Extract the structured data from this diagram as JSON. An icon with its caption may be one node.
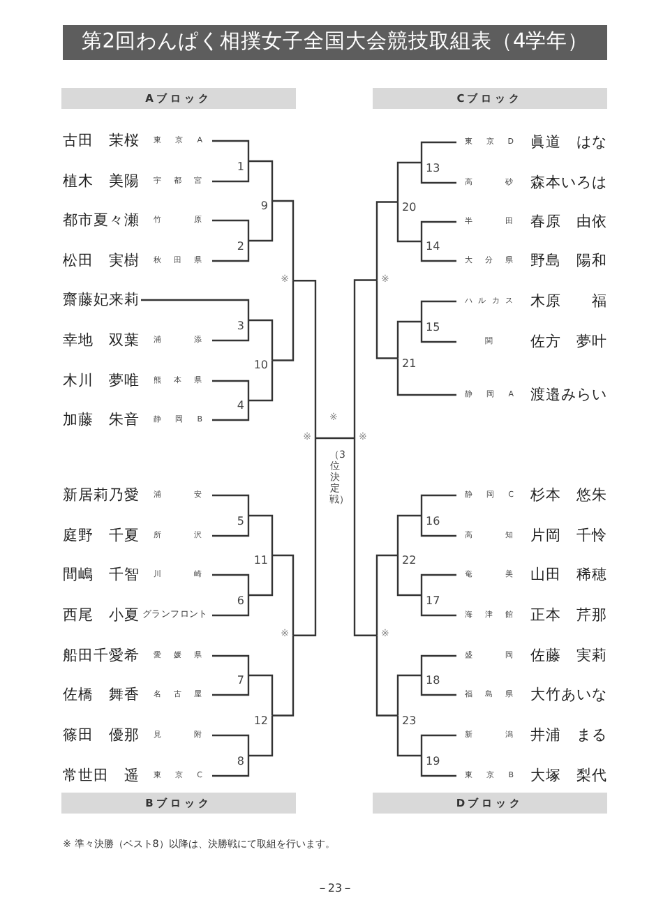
{
  "diagram": {
    "title": "第2回わんぱく相撲女子全国大会競技取組表（4学年）",
    "nodes": [
      {
        "text": [
          "Aブロック"
        ]
      },
      {
        "text": [
          "Cブロック"
        ]
      },
      {
        "text": [
          "古田　茉桜",
          "東京A"
        ]
      },
      {
        "text": [
          "植木　美陽",
          "宇都宮"
        ]
      },
      {
        "text": [
          "都市夏々瀬",
          "竹原"
        ]
      },
      {
        "text": [
          "松田　実樹",
          "秋田県"
        ]
      },
      {
        "text": [
          "齋藤妃来莉"
        ]
      },
      {
        "text": [
          "幸地　双葉",
          "浦添"
        ]
      },
      {
        "text": [
          "木川　夢唯",
          "熊本県"
        ]
      },
      {
        "text": [
          "加藤　朱音",
          "静岡B"
        ]
      },
      {
        "text": [
          "東京D",
          "眞道　はな"
        ]
      },
      {
        "text": [
          "高砂",
          "森本いろは"
        ]
      },
      {
        "text": [
          "半田",
          "春原　由依"
        ]
      },
      {
        "text": [
          "大分県",
          "野島　陽和"
        ]
      },
      {
        "text": [
          "ハルカス",
          "木原　　福"
        ]
      },
      {
        "text": [
          "関",
          "佐方　夢叶"
        ]
      },
      {
        "text": [
          "静岡A",
          "渡邉みらい"
        ]
      },
      {
        "text": [
          "新居莉乃愛",
          "浦安"
        ]
      },
      {
        "text": [
          "庭野　千夏",
          "所沢"
        ]
      },
      {
        "text": [
          "間嶋　千智",
          "川崎"
        ]
      },
      {
        "text": [
          "西尾　小夏",
          "グランフロント"
        ]
      },
      {
        "text": [
          "船田千愛希",
          "愛媛県"
        ]
      },
      {
        "text": [
          "佐橋　舞香",
          "名古屋"
        ]
      },
      {
        "text": [
          "篠田　優那",
          "見附"
        ]
      },
      {
        "text": [
          "常世田　遥",
          "東京C"
        ]
      },
      {
        "text": [
          "静岡C",
          "杉本　悠朱"
        ]
      },
      {
        "text": [
          "高知",
          "片岡　千怜"
        ]
      },
      {
        "text": [
          "奄美",
          "山田　稀穂"
        ]
      },
      {
        "text": [
          "海津館",
          "正本　芹那"
        ]
      },
      {
        "text": [
          "盛岡",
          "佐藤　実莉"
        ]
      },
      {
        "text": [
          "福島県",
          "大竹あいな"
        ]
      },
      {
        "text": [
          "新潟",
          "井浦　まる"
        ]
      },
      {
        "text": [
          "東京B",
          "大塚　梨代"
        ]
      },
      {
        "text": [
          "Bブロック"
        ]
      },
      {
        "text": [
          "Dブロック"
        ]
      },
      {
        "text": [
          "1"
        ]
      },
      {
        "text": [
          "2"
        ]
      },
      {
        "text": [
          "3"
        ]
      },
      {
        "text": [
          "4"
        ]
      },
      {
        "text": [
          "5"
        ]
      },
      {
        "text": [
          "6"
        ]
      },
      {
        "text": [
          "7"
        ]
      },
      {
        "text": [
          "8"
        ]
      },
      {
        "text": [
          "9"
        ]
      },
      {
        "text": [
          "10"
        ]
      },
      {
        "text": [
          "11"
        ]
      },
      {
        "text": [
          "12"
        ]
      },
      {
        "text": [
          "13"
        ]
      },
      {
        "text": [
          "14"
        ]
      },
      {
        "text": [
          "15"
        ]
      },
      {
        "text": [
          "16"
        ]
      },
      {
        "text": [
          "17"
        ]
      },
      {
        "text": [
          "18"
        ]
      },
      {
        "text": [
          "19"
        ]
      },
      {
        "text": [
          "20"
        ]
      },
      {
        "text": [
          "21"
        ]
      },
      {
        "text": [
          "22"
        ]
      },
      {
        "text": [
          "23"
        ]
      },
      {
        "text": [
          "※"
        ]
      },
      {
        "text": [
          "※"
        ]
      },
      {
        "text": [
          "※"
        ]
      },
      {
        "text": [
          "※"
        ]
      },
      {
        "text": [
          "※"
        ]
      },
      {
        "text": [
          "※"
        ]
      }
    ],
    "edges": [
      {
        "from": 2,
        "to": 35,
        "arrow": "none"
      },
      {
        "from": 3,
        "to": 35,
        "arrow": "none"
      },
      {
        "from": 4,
        "to": 36,
        "arrow": "none"
      },
      {
        "from": 5,
        "to": 36,
        "arrow": "none"
      },
      {
        "from": 6,
        "to": 37,
        "arrow": "none"
      },
      {
        "from": 7,
        "to": 37,
        "arrow": "none"
      },
      {
        "from": 8,
        "to": 38,
        "arrow": "none"
      },
      {
        "from": 9,
        "to": 38,
        "arrow": "none"
      },
      {
        "from": 17,
        "to": 39,
        "arrow": "none"
      },
      {
        "from": 18,
        "to": 39,
        "arrow": "none"
      },
      {
        "from": 19,
        "to": 40,
        "arrow": "none"
      },
      {
        "from": 20,
        "to": 40,
        "arrow": "none"
      },
      {
        "from": 21,
        "to": 41,
        "arrow": "none"
      },
      {
        "from": 22,
        "to": 41,
        "arrow": "none"
      },
      {
        "from": 23,
        "to": 42,
        "arrow": "none"
      },
      {
        "from": 24,
        "to": 42,
        "arrow": "none"
      },
      {
        "from": 10,
        "to": 47,
        "arrow": "none"
      },
      {
        "from": 11,
        "to": 47,
        "arrow": "none"
      },
      {
        "from": 12,
        "to": 48,
        "arrow": "none"
      },
      {
        "from": 13,
        "to": 48,
        "arrow": "none"
      },
      {
        "from": 14,
        "to": 49,
        "arrow": "none"
      },
      {
        "from": 15,
        "to": 49,
        "arrow": "none"
      },
      {
        "from": 16,
        "to": 55,
        "arrow": "none"
      },
      {
        "from": 25,
        "to": 50,
        "arrow": "none"
      },
      {
        "from": 26,
        "to": 50,
        "arrow": "none"
      },
      {
        "from": 27,
        "to": 51,
        "arrow": "none"
      },
      {
        "from": 28,
        "to": 51,
        "arrow": "none"
      },
      {
        "from": 29,
        "to": 52,
        "arrow": "none"
      },
      {
        "from": 30,
        "to": 52,
        "arrow": "none"
      },
      {
        "from": 31,
        "to": 53,
        "arrow": "none"
      },
      {
        "from": 32,
        "to": 53,
        "arrow": "none"
      },
      {
        "from": 35,
        "to": 43,
        "arrow": "none"
      },
      {
        "from": 36,
        "to": 43,
        "arrow": "none"
      },
      {
        "from": 37,
        "to": 44,
        "arrow": "none"
      },
      {
        "from": 38,
        "to": 44,
        "arrow": "none"
      },
      {
        "from": 39,
        "to": 45,
        "arrow": "none"
      },
      {
        "from": 40,
        "to": 45,
        "arrow": "none"
      },
      {
        "from": 41,
        "to": 46,
        "arrow": "none"
      },
      {
        "from": 42,
        "to": 46,
        "arrow": "none"
      },
      {
        "from": 47,
        "to": 54,
        "arrow": "none"
      },
      {
        "from": 48,
        "to": 54,
        "arrow": "none"
      },
      {
        "from": 49,
        "to": 55,
        "arrow": "none"
      },
      {
        "from": 50,
        "to": 56,
        "arrow": "none"
      },
      {
        "from": 51,
        "to": 56,
        "arrow": "none"
      },
      {
        "from": 52,
        "to": 57,
        "arrow": "none"
      },
      {
        "from": 53,
        "to": 57,
        "arrow": "none"
      },
      {
        "from": 43,
        "to": 58,
        "arrow": "none"
      },
      {
        "from": 44,
        "to": 58,
        "arrow": "none"
      },
      {
        "from": 54,
        "to": 59,
        "arrow": "none"
      },
      {
        "from": 55,
        "to": 59,
        "arrow": "none"
      },
      {
        "from": 45,
        "to": 60,
        "arrow": "none"
      },
      {
        "from": 46,
        "to": 60,
        "arrow": "none"
      },
      {
        "from": 56,
        "to": 61,
        "arrow": "none"
      },
      {
        "from": 57,
        "to": 61,
        "arrow": "none"
      },
      {
        "from": 58,
        "to": 62,
        "arrow": "none"
      },
      {
        "from": 60,
        "to": 62,
        "arrow": "none"
      },
      {
        "from": 59,
        "to": 63,
        "arrow": "none"
      },
      {
        "from": 61,
        "to": 63,
        "arrow": "none"
      },
      {
        "from": 62,
        "to": 63,
        "arrow": "none",
        "label": "※"
      }
    ],
    "labels": [
      "（3位決定戦）",
      "※ 準々決勝（ベスト8）以降は、決勝戦にて取組を行います。",
      "－23－"
    ]
  }
}
